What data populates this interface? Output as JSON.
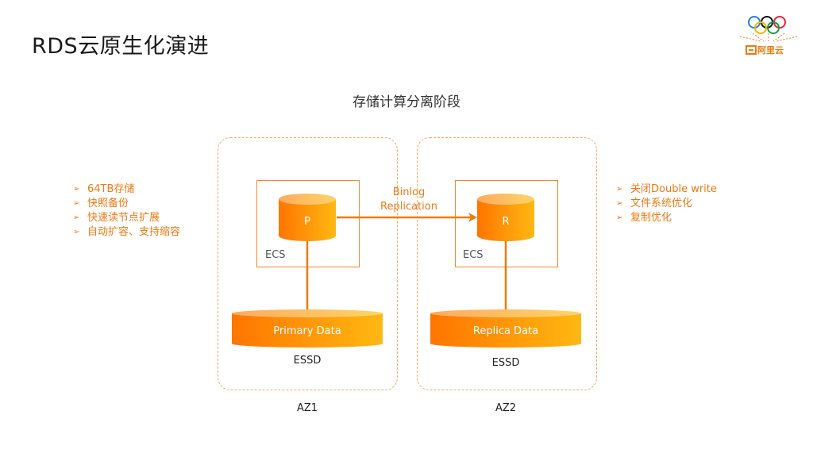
{
  "slide": {
    "title": "RDS云原生化演进",
    "subtitle": "存储计算分离阶段"
  },
  "logo": {
    "brand_text": "阿里云",
    "icon": "olympic-rings-icon"
  },
  "left_bullets": [
    "64TB存储",
    "快照备份",
    "快速读节点扩展",
    "自动扩容、支持缩容"
  ],
  "right_bullets": [
    "关闭Double write",
    "文件系统优化",
    "复制优化"
  ],
  "diagram": {
    "zones": [
      {
        "label": "AZ1",
        "ecs_label": "ECS",
        "node_label": "P",
        "disk_label": "Primary Data",
        "storage_label": "ESSD"
      },
      {
        "label": "AZ2",
        "ecs_label": "ECS",
        "node_label": "R",
        "disk_label": "Replica Data",
        "storage_label": "ESSD"
      }
    ],
    "replication": {
      "line1": "Binlog",
      "line2": "Replication"
    }
  },
  "colors": {
    "accent": "#f07a12",
    "gradient_start": "#ff7a00",
    "gradient_end": "#ffb511",
    "dashed_border": "#f4a860"
  }
}
